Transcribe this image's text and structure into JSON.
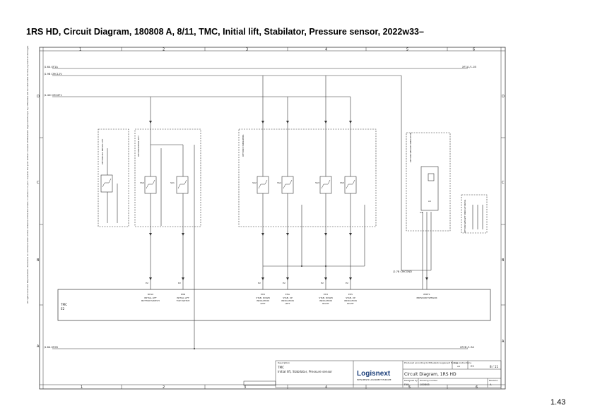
{
  "page": {
    "title": "1RS HD, Circuit Diagram, 180808 A, 8/11, TMC, Initial lift, Stabilator, Pressure sensor, 2022w33–",
    "page_number": "1.43"
  },
  "frame": {
    "columns": [
      "1",
      "2",
      "3",
      "4",
      "5",
      "6"
    ],
    "rows_left": [
      "D",
      "C",
      "B",
      "A"
    ],
    "rows_right": [
      "D",
      "C",
      "B",
      "A"
    ]
  },
  "rails": {
    "top_a": {
      "left": "/1.6A  XF1A",
      "right": "XF1A  /1.1B"
    },
    "top_b": {
      "left": "/1.9B  CMC12V"
    },
    "top_c": {
      "left": "/1.4D  CMCXF1"
    },
    "bottom": {
      "left": "/1.6A  XF2B",
      "right": "XF2B  /1.9A"
    }
  },
  "options": {
    "all_initial_lift": "OPTION ALL INITIAL LIFT",
    "initial_lift": "OPTION INITIAL LIFT",
    "stabilizers": "OPTION STABILIZERS",
    "weight_indicator": "OPTION WEIGHT INDICATOR",
    "weight_indicator_ml": "OPTION WEIGHT INDICATOR ML"
  },
  "tmc": {
    "line1": "TMC",
    "line2": "E2"
  },
  "sensors": [
    {
      "code": "BH10",
      "lines": [
        "INITIAL LIFT",
        "BOTTOM SWITCH"
      ],
      "sw": "SS0",
      "pin": "E2"
    },
    {
      "code": "EHB",
      "lines": [
        "INITIAL LIFT",
        "TOP SWITCH"
      ],
      "sw": "SS1",
      "pin": "E2"
    },
    {
      "code": "EH3",
      "lines": [
        "STAB. DOWN",
        "INDICATION",
        "LEFT"
      ],
      "sw": "SS2",
      "pin": "E2"
    },
    {
      "code": "EHA",
      "lines": [
        "STAB. UP",
        "INDICATION",
        "LEFT"
      ],
      "sw": "SS4",
      "pin": "E2"
    },
    {
      "code": "EH3",
      "lines": [
        "STAB. DOWN",
        "INDICATION",
        "RIGHT"
      ],
      "sw": "SS3",
      "pin": "E2"
    },
    {
      "code": "EH5",
      "lines": [
        "STAB. UP",
        "INDICATION",
        "RIGHT"
      ],
      "sw": "SS5",
      "pin": "E2"
    },
    {
      "code": "EPEF1",
      "lines": [
        "PRESSURE SENSOR"
      ],
      "sw": "A1",
      "pin": "A4"
    }
  ],
  "pressure_sensor_ref": "/2.7B  CMCGND",
  "title_block": {
    "description_label": "Description",
    "description_line1": "TMC",
    "description_line2": "Initial lift, Stabilator, Pressure sensor",
    "logo": "Logisnext",
    "logo_tagline": "MITSUBISHI LOGISNEXT EUROPE",
    "drawing_title": "Circuit Diagram, 1RS HD",
    "drawn_by_label": "Designed by",
    "drawn_by": "FAH",
    "drawing_no_label": "Drawing number",
    "drawing_no": "180808",
    "revision_label": "Revision",
    "revision": "A",
    "sheet": "8 / 11",
    "copyright_note": "Produced according to Mitsubishi Logisnext Europe instructions",
    "size_label": "Size",
    "size": "A4",
    "scale": "E3"
  },
  "side_note": "All rights reserved. Reproduction, disclosure or communication of the contents of this document, in whole or in part, requires the prior written consent of Mitsubishi Logisnext Europe Oy. Offenders will be held liable for the payment of damages."
}
